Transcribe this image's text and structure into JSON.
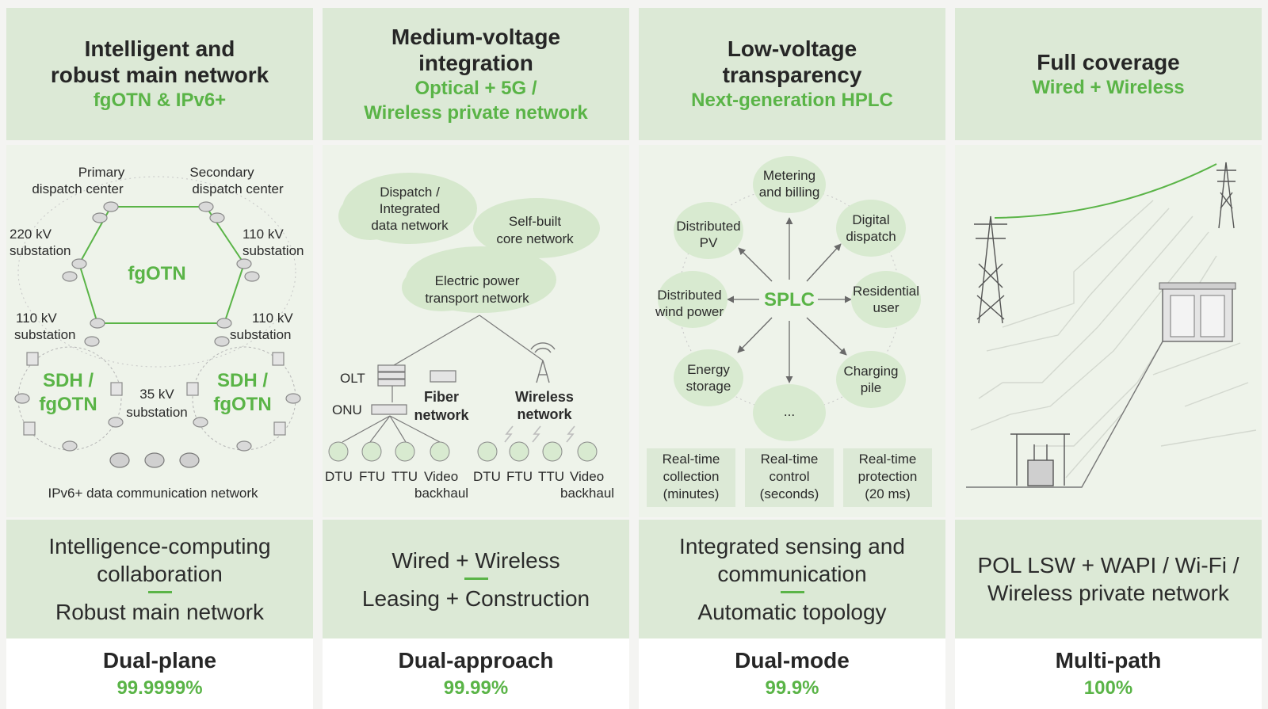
{
  "columns": [
    {
      "title_lines": [
        "Intelligent and",
        "robust main network"
      ],
      "subtitle_lines": [
        "fgOTN & IPv6+"
      ],
      "diagram": {
        "primary_center": [
          "Primary",
          "dispatch center"
        ],
        "secondary_center": [
          "Secondary",
          "dispatch center"
        ],
        "sub_220_left": [
          "220 kV",
          "substation"
        ],
        "sub_110_right_top": [
          "110 kV",
          "substation"
        ],
        "sub_110_left_bottom": [
          "110 kV",
          "substation"
        ],
        "sub_110_right_bottom": [
          "110 kV",
          "substation"
        ],
        "core_ring": "fgOTN",
        "left_ring": [
          "SDH /",
          "fgOTN"
        ],
        "right_ring": [
          "SDH /",
          "fgOTN"
        ],
        "sub_35": [
          "35 kV",
          "substation"
        ],
        "ipv6_label": "IPv6+ data communication network"
      },
      "footer_top": [
        "Intelligence-computing",
        "collaboration"
      ],
      "footer_bottom": [
        "Robust main network"
      ],
      "metric_name": "Dual-plane",
      "metric_value": "99.9999%"
    },
    {
      "title_lines": [
        "Medium-voltage",
        "integration"
      ],
      "subtitle_lines": [
        "Optical + 5G /",
        "Wireless private network"
      ],
      "diagram": {
        "cloud_dispatch": [
          "Dispatch /",
          "Integrated",
          "data network"
        ],
        "cloud_selfbuilt": [
          "Self-built",
          "core network"
        ],
        "cloud_transport": [
          "Electric power",
          "transport network"
        ],
        "olt": "OLT",
        "onu": "ONU",
        "fiber": [
          "Fiber",
          "network"
        ],
        "wireless": [
          "Wireless",
          "network"
        ],
        "left_terminals": [
          "DTU",
          "FTU",
          "TTU",
          "Video"
        ],
        "left_backhaul": "backhaul",
        "right_terminals": [
          "DTU",
          "FTU",
          "TTU",
          "Video"
        ],
        "right_backhaul": "backhaul"
      },
      "footer_top": [
        "Wired + Wireless"
      ],
      "footer_bottom": [
        "Leasing + Construction"
      ],
      "metric_name": "Dual-approach",
      "metric_value": "99.99%"
    },
    {
      "title_lines": [
        "Low-voltage",
        "transparency"
      ],
      "subtitle_lines": [
        "Next-generation HPLC"
      ],
      "diagram": {
        "center": "SPLC",
        "nodes": [
          [
            "Metering",
            "and billing"
          ],
          [
            "Digital",
            "dispatch"
          ],
          [
            "Residential",
            "user"
          ],
          [
            "Charging",
            "pile"
          ],
          [
            "..."
          ],
          [
            "Energy",
            "storage"
          ],
          [
            "Distributed",
            "wind power"
          ],
          [
            "Distributed",
            "PV"
          ]
        ],
        "boxes": [
          [
            "Real-time",
            "collection",
            "(minutes)"
          ],
          [
            "Real-time",
            "control",
            "(seconds)"
          ],
          [
            "Real-time",
            "protection",
            "(20 ms)"
          ]
        ]
      },
      "footer_top": [
        "Integrated sensing and",
        "communication"
      ],
      "footer_bottom": [
        "Automatic topology"
      ],
      "metric_name": "Dual-mode",
      "metric_value": "99.9%"
    },
    {
      "title_lines": [
        "Full coverage"
      ],
      "subtitle_lines": [
        "Wired + Wireless"
      ],
      "diagram": {},
      "footer_top": [
        "POL LSW + WAPI / Wi-Fi /",
        "Wireless private network"
      ],
      "footer_bottom": [],
      "metric_name": "Multi-path",
      "metric_value": "100%"
    }
  ],
  "colors": {
    "accent_green": "#5ab447",
    "header_bg": "#dce9d6",
    "panel_bg": "#eef3ea",
    "cloud_fill": "#d6e8cd",
    "node_fill": "#d8ead0"
  }
}
